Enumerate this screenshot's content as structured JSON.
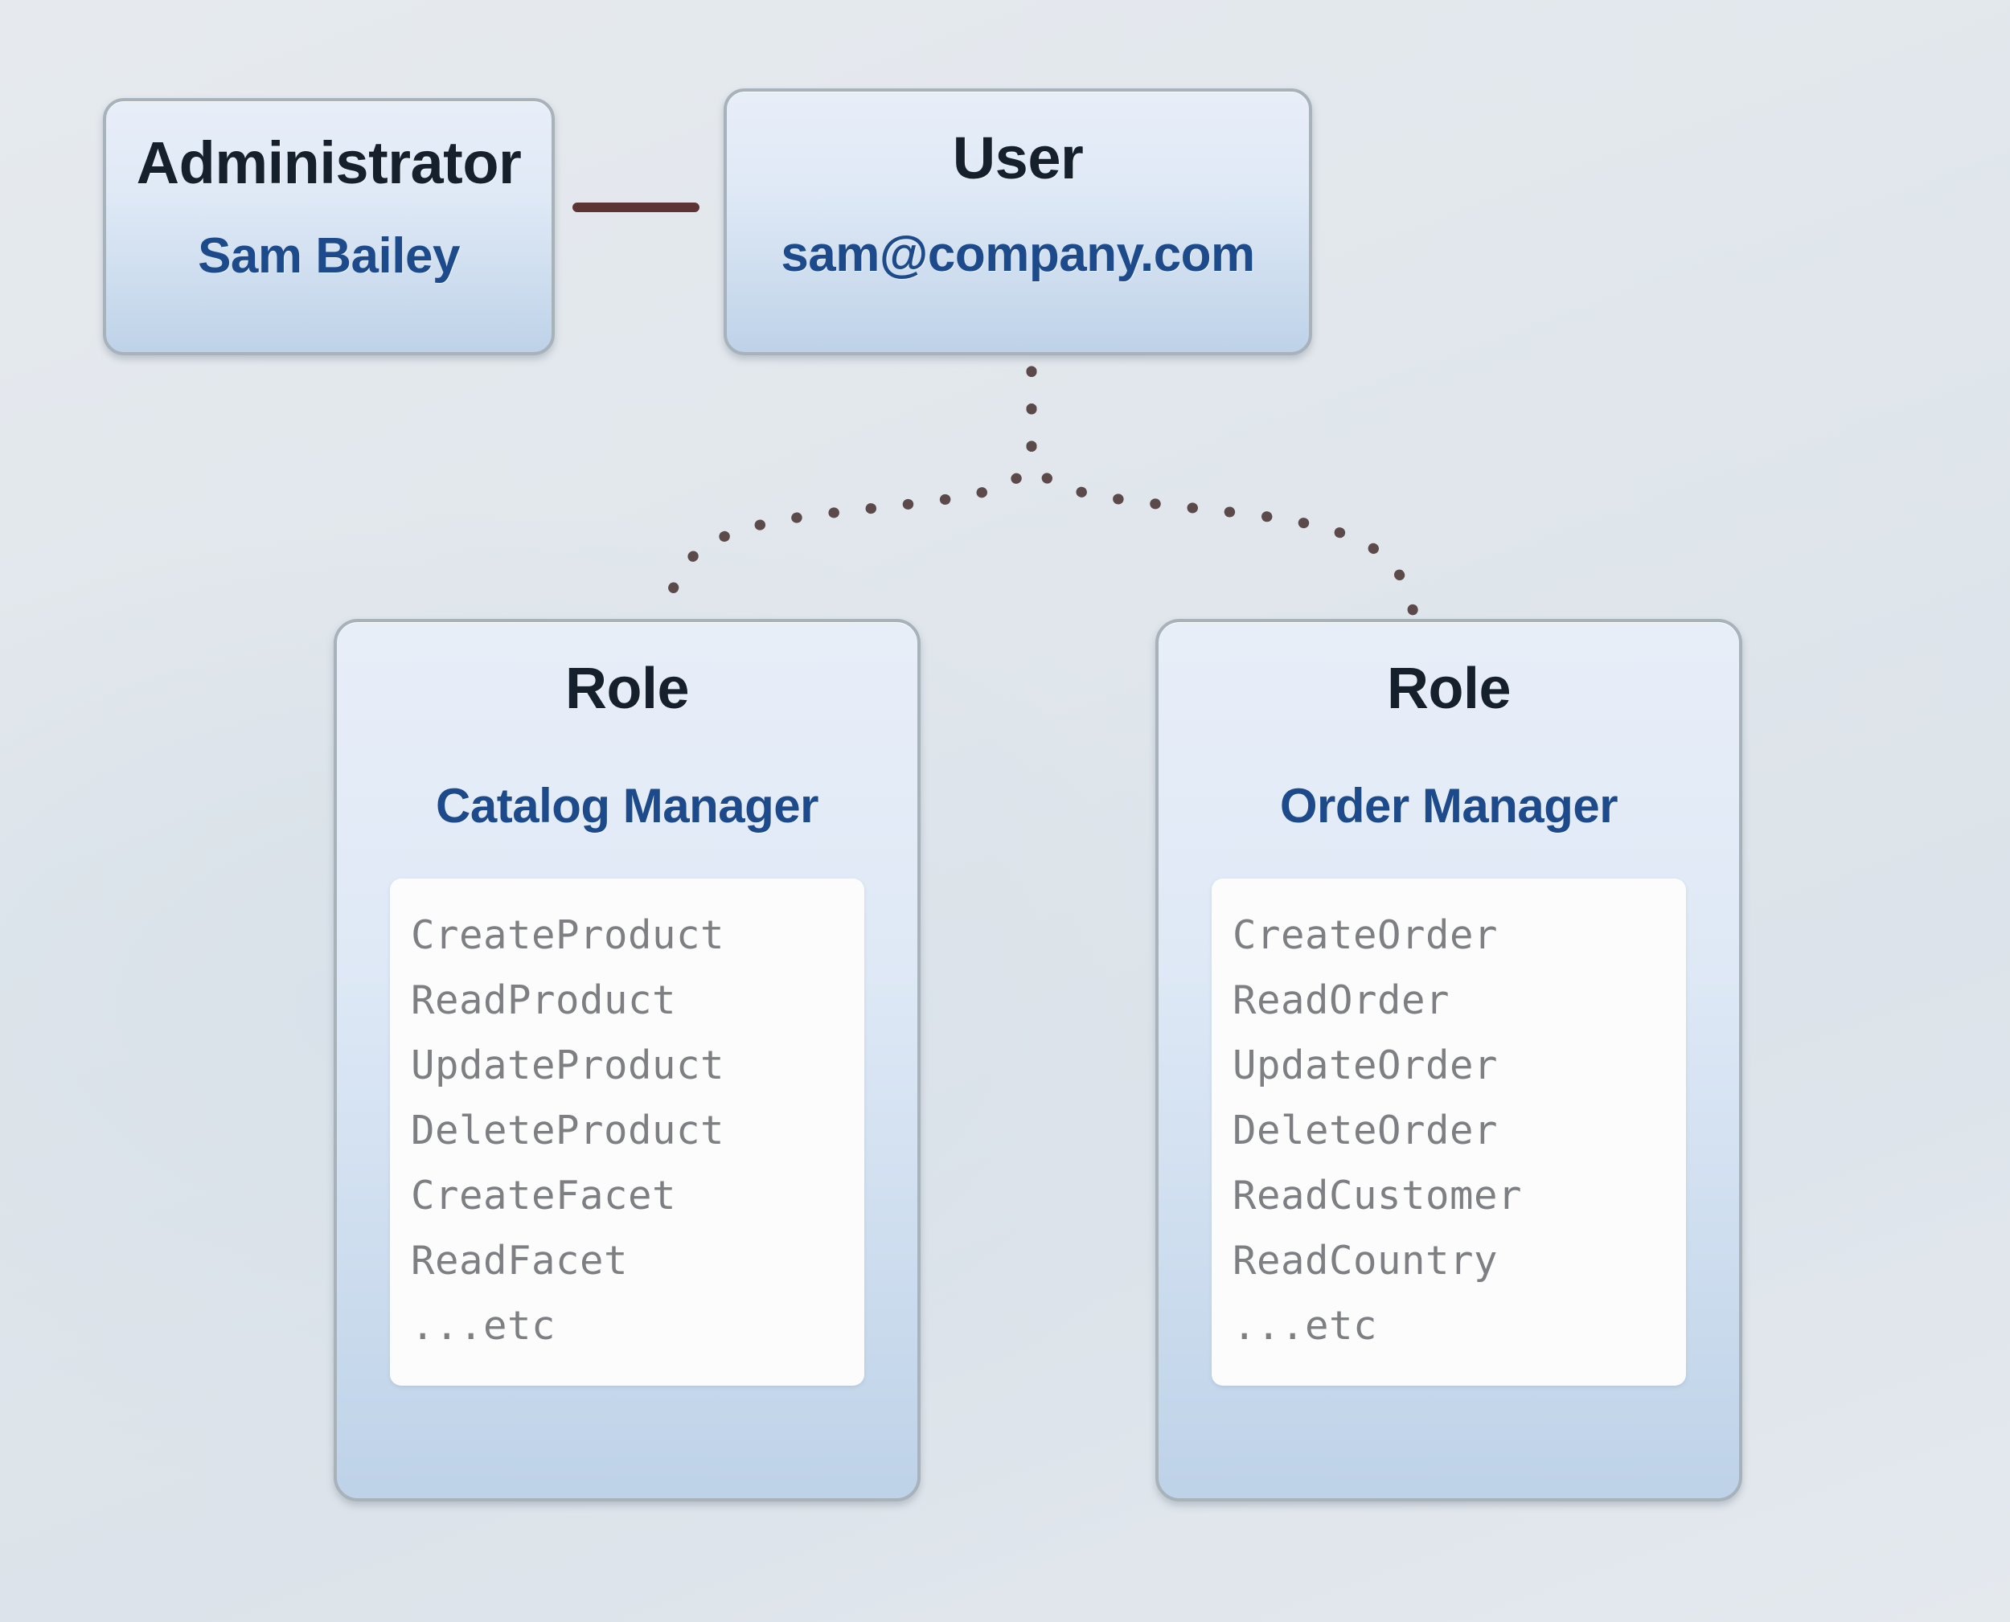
{
  "diagram": {
    "title": "Administrator / User / Role permission diagram",
    "colors": {
      "node_border": "#a8b2bb",
      "node_fill_top": "#e8eef8",
      "node_fill_bottom": "#bed2e8",
      "type_text": "#15202c",
      "value_text": "#1c4a8b",
      "permission_text": "#7d7f82",
      "solid_edge": "#5c3434",
      "dotted_edge": "#5c4a4a",
      "panel_background": "#fcfcfd",
      "canvas_background": "#e3e8ed"
    },
    "nodes": {
      "administrator": {
        "type_label": "Administrator",
        "value_label": "Sam Bailey"
      },
      "user": {
        "type_label": "User",
        "value_label": "sam@company.com"
      },
      "roles": [
        {
          "type_label": "Role",
          "value_label": "Catalog Manager",
          "permissions": [
            "CreateProduct",
            "ReadProduct",
            "UpdateProduct",
            "DeleteProduct",
            "CreateFacet",
            "ReadFacet",
            "...etc"
          ]
        },
        {
          "type_label": "Role",
          "value_label": "Order Manager",
          "permissions": [
            "CreateOrder",
            "ReadOrder",
            "UpdateOrder",
            "DeleteOrder",
            "ReadCustomer",
            "ReadCountry",
            "...etc"
          ]
        }
      ]
    },
    "edges": [
      {
        "from": "administrator",
        "to": "user",
        "style": "solid"
      },
      {
        "from": "user",
        "to": "role-catalog-manager",
        "style": "dotted"
      },
      {
        "from": "user",
        "to": "role-order-manager",
        "style": "dotted"
      }
    ]
  }
}
